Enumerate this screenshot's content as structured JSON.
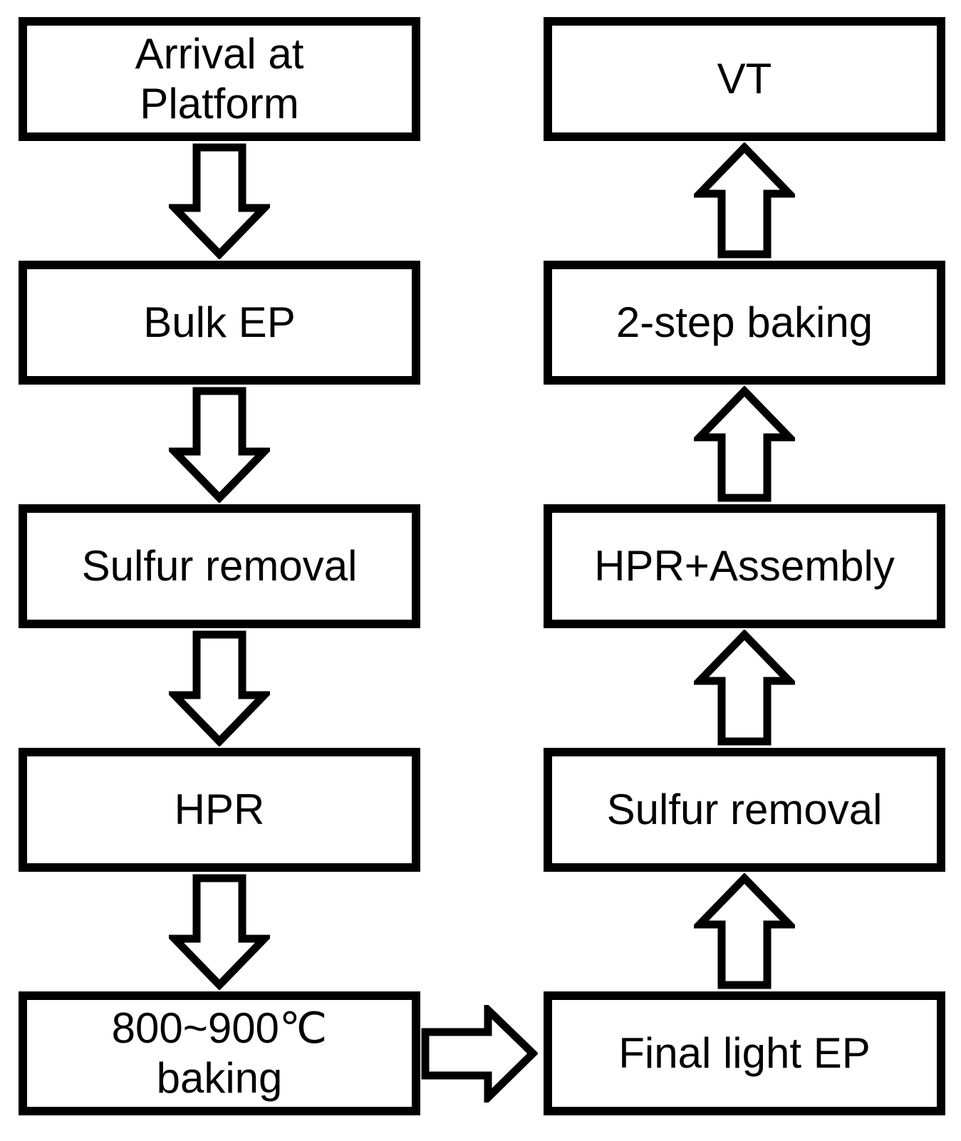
{
  "diagram": {
    "colors": {
      "line": "#000000",
      "background": "#ffffff",
      "box_fill": "#ffffff"
    },
    "left_column": {
      "flow_direction": "down",
      "steps": [
        {
          "label": "Arrival at\nPlatform"
        },
        {
          "label": "Bulk EP"
        },
        {
          "label": "Sulfur removal"
        },
        {
          "label": "HPR"
        },
        {
          "label": "800~900℃\nbaking"
        }
      ]
    },
    "right_column": {
      "flow_direction": "up",
      "steps": [
        {
          "label": "VT"
        },
        {
          "label": "2-step baking"
        },
        {
          "label": "HPR+Assembly"
        },
        {
          "label": "Sulfur removal"
        },
        {
          "label": "Final light EP"
        }
      ]
    }
  }
}
